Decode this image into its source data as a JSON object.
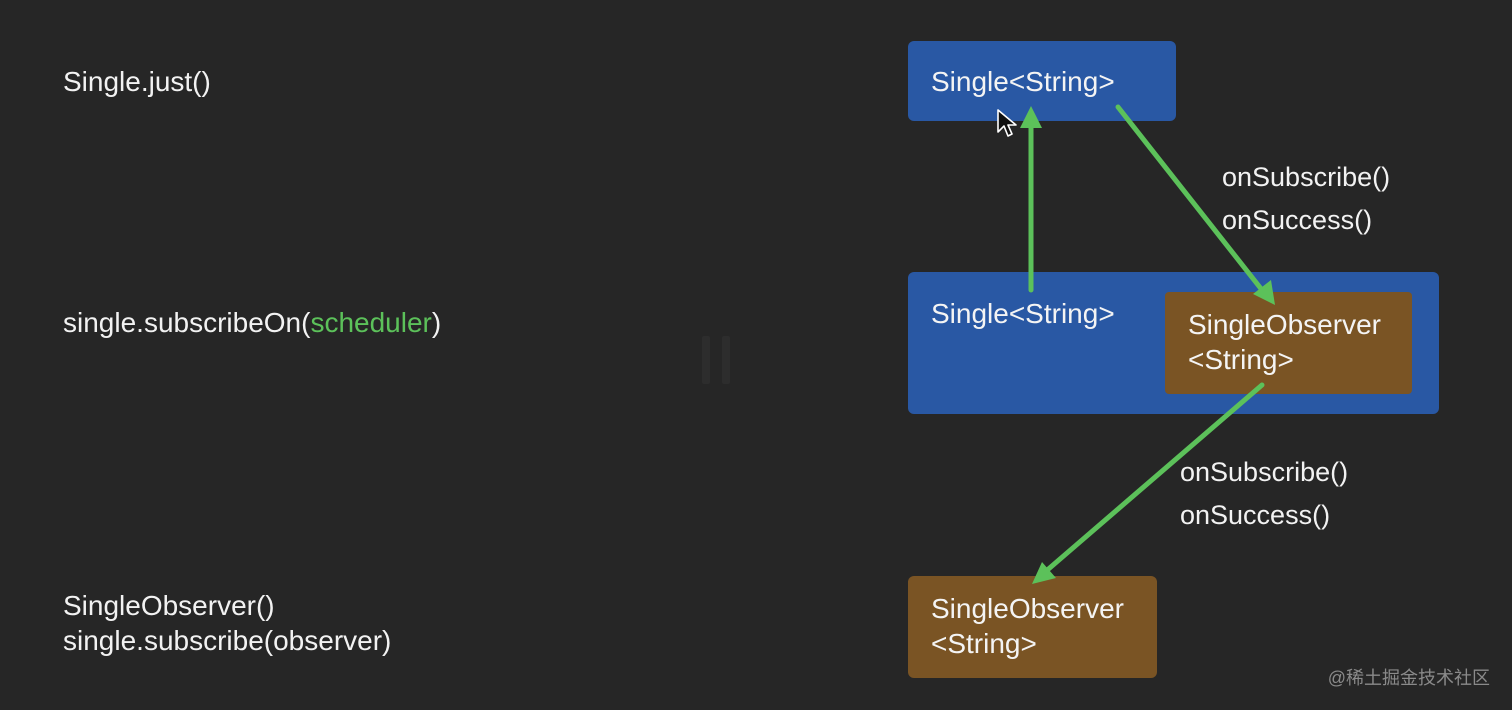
{
  "code": {
    "just": "Single.just()",
    "subscribe_on_prefix": "single.subscribeOn(",
    "subscribe_on_arg": "scheduler",
    "subscribe_on_suffix": ")",
    "observer_ctor": "SingleObserver()",
    "subscribe_call": "single.subscribe(observer)"
  },
  "boxes": {
    "source_single": "Single<String>",
    "middle_single": "Single<String>",
    "middle_observer_line1": "SingleObserver",
    "middle_observer_line2": "<String>",
    "bottom_observer_line1": "SingleObserver",
    "bottom_observer_line2": "<String>"
  },
  "callbacks": {
    "upper": [
      "onSubscribe()",
      "onSuccess()"
    ],
    "lower": [
      "onSubscribe()",
      "onSuccess()"
    ]
  },
  "colors": {
    "background": "#262626",
    "box_blue": "#2958a4",
    "box_brown": "#7a5424",
    "arrow_green": "#5cc15a",
    "accent_green": "#5cc15a"
  },
  "icons": {
    "cursor": "mouse-pointer-icon",
    "pause": "pause-icon"
  },
  "watermark": "@稀土掘金技术社区"
}
